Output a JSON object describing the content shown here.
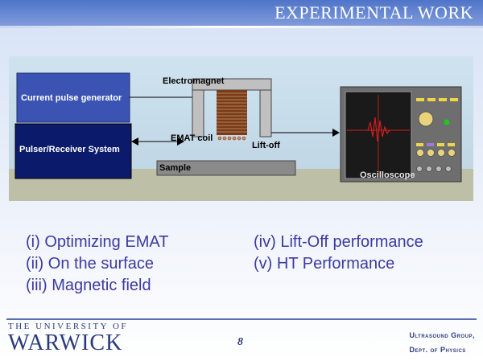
{
  "header": {
    "title": "EXPERIMENTAL WORK"
  },
  "diagram": {
    "labels": {
      "current_pulse_generator": "Current pulse generator",
      "pulser_receiver": "Pulser/Receiver System",
      "electromagnet": "Electromagnet",
      "emat_coil": "EMAT coil",
      "lift_off": "Lift-off",
      "sample": "Sample",
      "oscilloscope": "Oscilloscope"
    },
    "colors": {
      "current_box": "#3b54b3",
      "pulser_box": "#0b1a6b",
      "magnet": "#c0c0c0",
      "coil": "#7a3b1a",
      "scope_body": "#6e6e6e",
      "scope_screen": "#1a1a1a",
      "signal": "#d21f1f"
    }
  },
  "bullets": {
    "left": [
      "(i)  Optimizing EMAT",
      "(ii) On the surface",
      "(iii) Magnetic field"
    ],
    "right": [
      "(iv) Lift-Off performance",
      "(v)  HT Performance"
    ]
  },
  "footer": {
    "university_small": "THE UNIVERSITY OF",
    "university_big": "WARWICK",
    "page_number": "8",
    "group_line1": "Ultrasound Group,",
    "group_line2": "Dept. of Physics"
  }
}
